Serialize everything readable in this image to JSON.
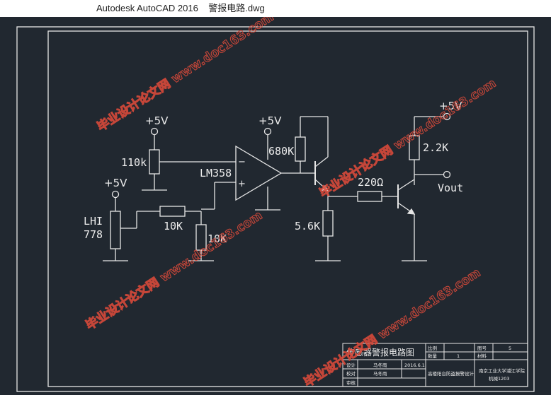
{
  "window": {
    "title": "Autodesk AutoCAD 2016    警报电路.dwg"
  },
  "circuit": {
    "vcc_labels": [
      "+5V",
      "+5V",
      "+5V",
      "+5V"
    ],
    "r_pot": "110k",
    "opamp": "LM358",
    "opamp_minus": "−",
    "opamp_plus": "+",
    "r_680k": "680K",
    "r_2k2": "2.2K",
    "r_220": "220Ω",
    "vout": "Vout",
    "r_5k6": "5.6K",
    "ldr_line1": "LHI",
    "ldr_line2": "778",
    "r_10k_h": "10K",
    "r_10k_v": "10K"
  },
  "title_block": {
    "drawing_name": "传感器警报电路图",
    "row1_left": "设计",
    "row1_name": "马冬雨",
    "row1_date": "2016.6.1",
    "row2_left": "校对",
    "row2_name": "马冬雨",
    "row3_left": "审核",
    "scale_label": "比例",
    "qty_label": "数量",
    "qty_value": "1",
    "drawing_no_label": "图号",
    "drawing_no_value": "5",
    "material_label": "材料",
    "project": "高楼阳台防盗报警设计",
    "school_line1": "南京工业大学浦江学院",
    "school_line2": "机械1203"
  },
  "watermarks": [
    "毕业设计论文网 www.doc163.com",
    "毕业设计论文网 www.doc163.com",
    "毕业设计论文网 www.doc163.com",
    "毕业设计论文网 www.doc163.com"
  ],
  "colors": {
    "background": "#212830",
    "lines": "#e6e6e6",
    "watermark": "#d84a3a"
  }
}
